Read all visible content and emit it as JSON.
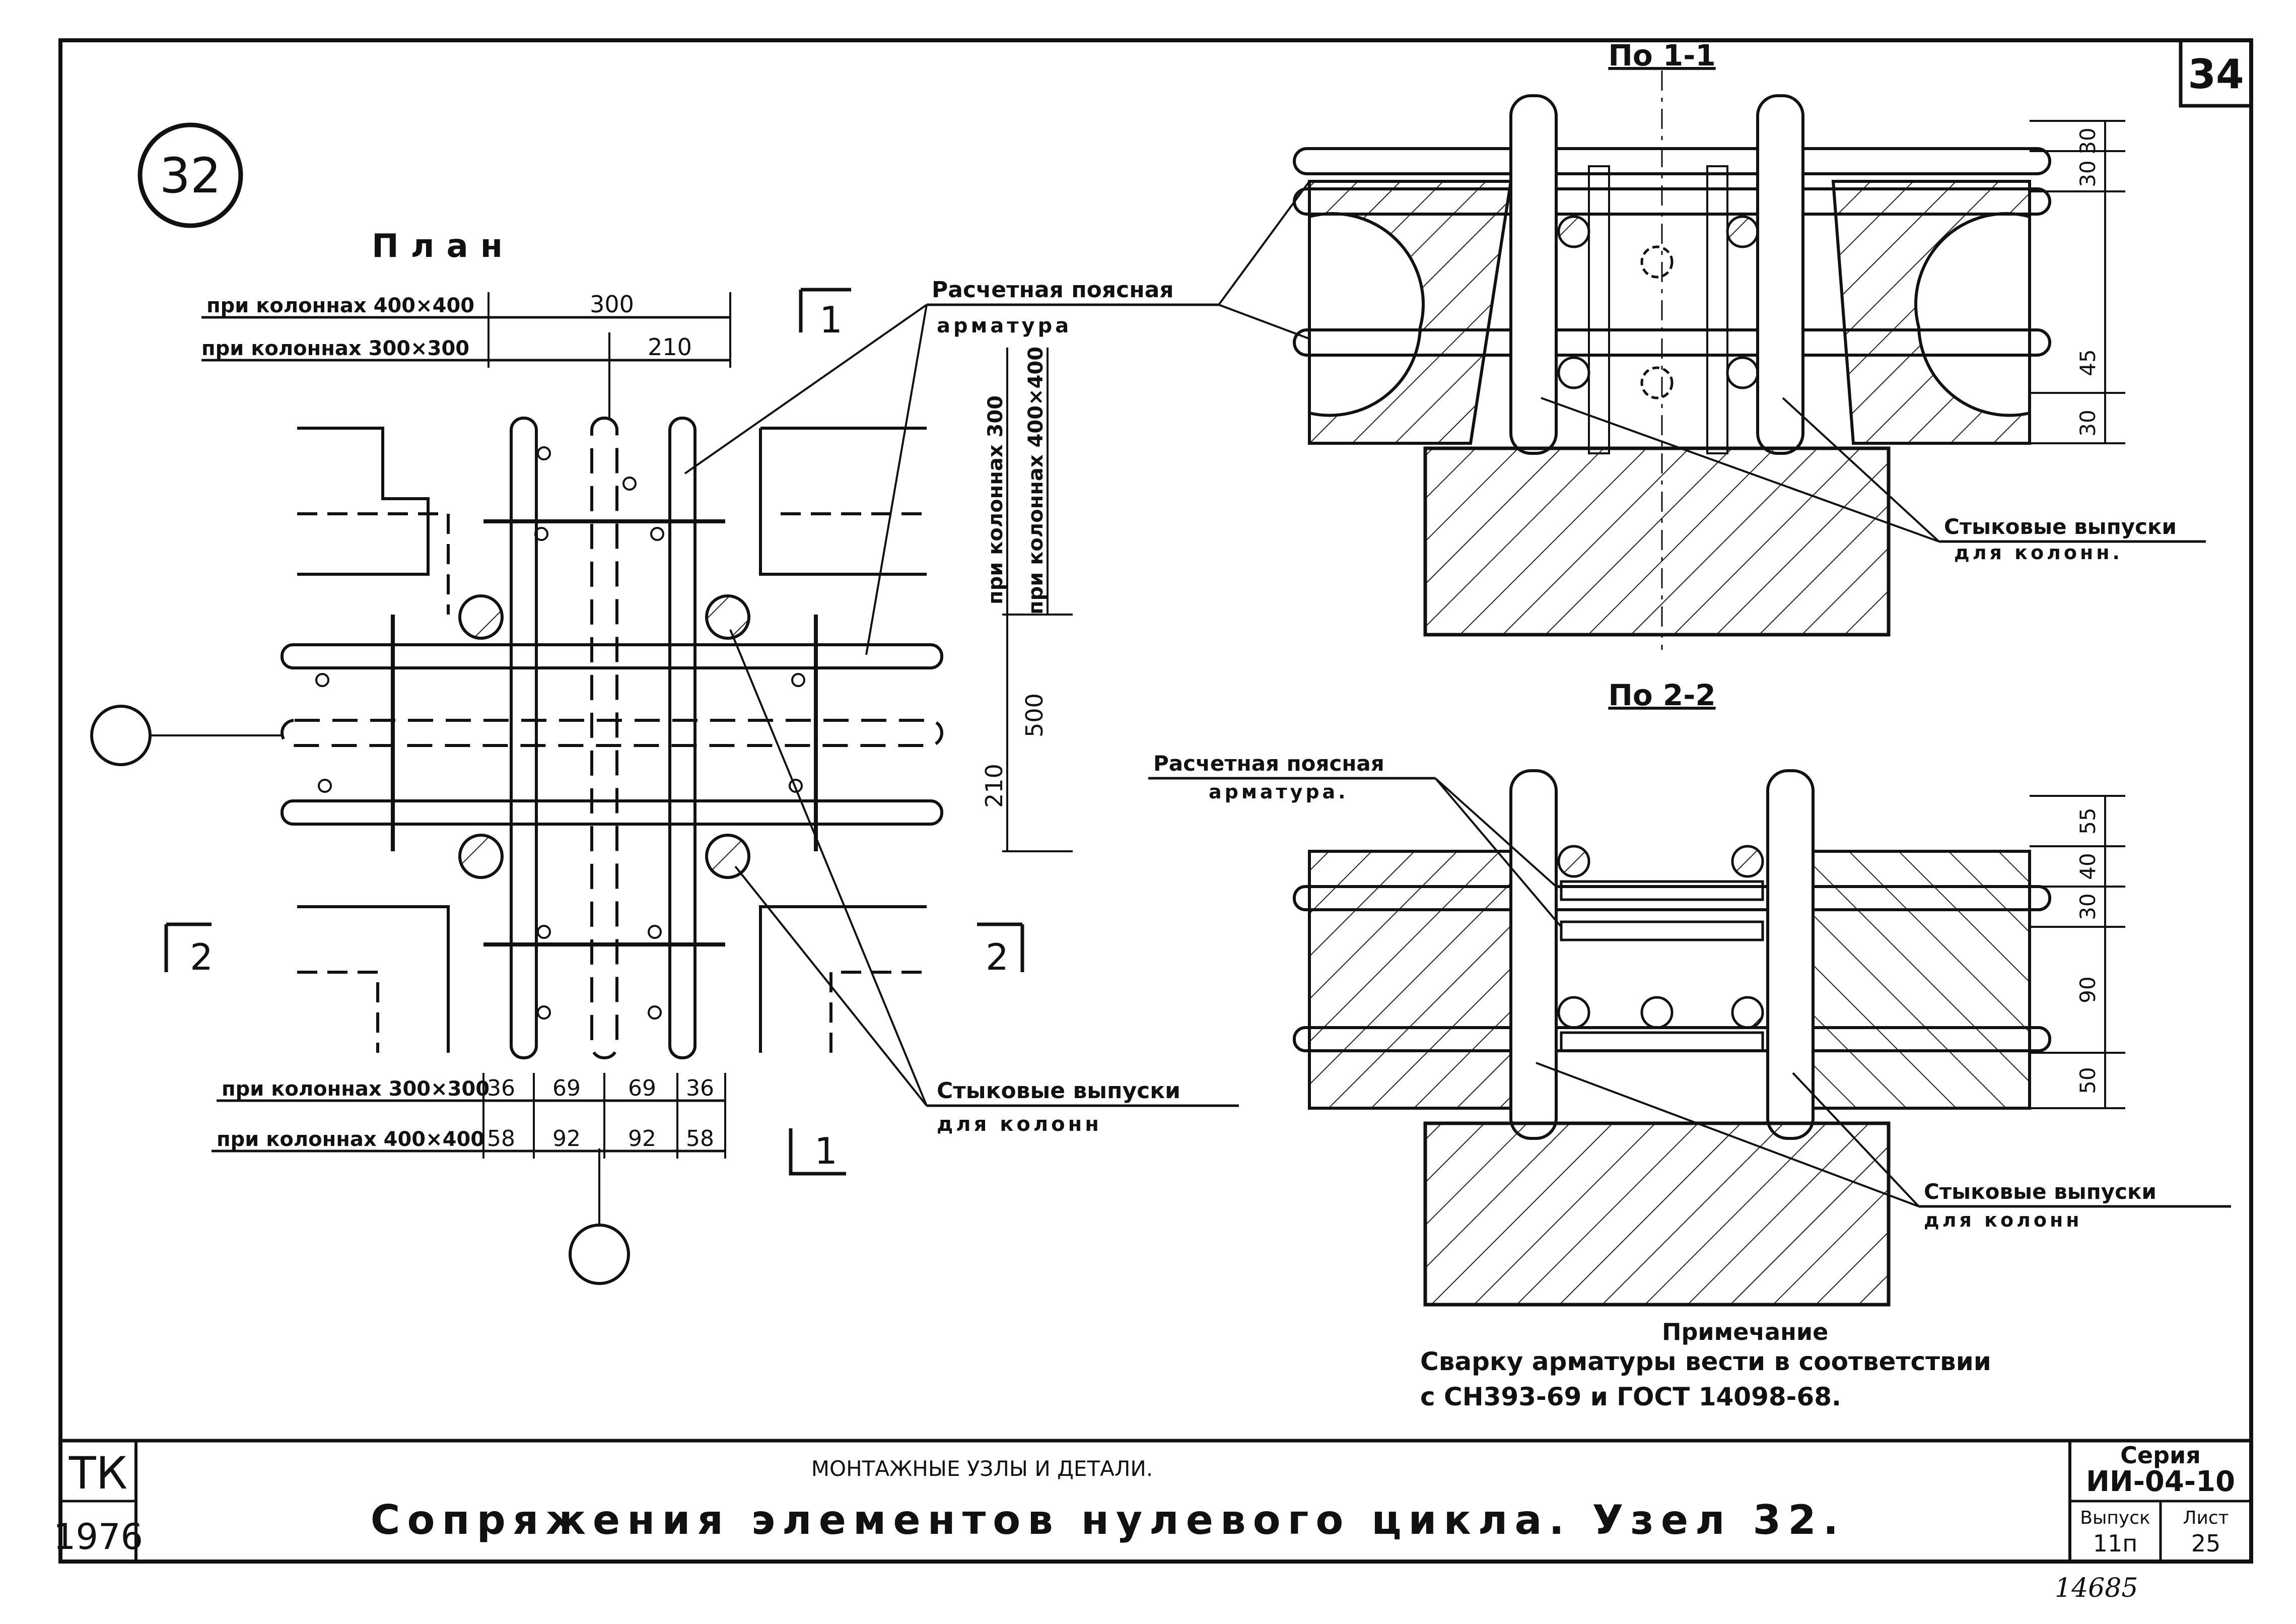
{
  "node_number": "32",
  "sheet_corner_number": "34",
  "plan": {
    "title": "План",
    "dim_top_row1_label": "при колоннах 400×400",
    "dim_top_row1_value": "300",
    "dim_top_row2_label": "при колоннах 300×300",
    "dim_top_row2_value": "210",
    "dim_side_label_300": "при колоннах 300",
    "dim_side_label_400": "при колоннах 400×400",
    "dim_side_value_500": "500",
    "dim_side_value_210": "210",
    "dim_bottom_row1_label": "при колоннах 300×300",
    "dim_bottom_row1_values": [
      "36",
      "69",
      "69",
      "36"
    ],
    "dim_bottom_row2_label": "при колоннах 400×400",
    "dim_bottom_row2_values": [
      "58",
      "92",
      "92",
      "58"
    ],
    "section_mark_1_top": "1",
    "section_mark_1_bottom": "1",
    "section_mark_2_left": "2",
    "section_mark_2_right": "2"
  },
  "section_1": {
    "title": "По 1-1",
    "dims": [
      "30",
      "30",
      "45",
      "30"
    ],
    "callout_joint": "Стыковые выпуски",
    "callout_joint_2": "для колонн."
  },
  "section_2": {
    "title": "По 2-2",
    "dims": [
      "55",
      "40",
      "30",
      "90",
      "50"
    ],
    "callout_belt": "Расчетная поясная",
    "callout_belt_2": "арматура.",
    "callout_joint": "Стыковые выпуски",
    "callout_joint_2": "для колонн"
  },
  "callouts": {
    "belt_reinf_1": "Расчетная поясная",
    "belt_reinf_2": "арматура",
    "joint_out_1": "Стыковые выпуски",
    "joint_out_2": "для колонн"
  },
  "note": {
    "heading": "Примечание",
    "line1": "Сварку арматуры вести в соответствии",
    "line2": "с СН393-69 и ГОСТ 14098-68."
  },
  "title_block": {
    "org": "ТК",
    "year": "1976",
    "subtitle": "МОНТАЖНЫЕ УЗЛЫ И ДЕТАЛИ.",
    "title": "Сопряжения элементов нулевого цикла. Узел 32.",
    "series_label": "Серия",
    "series_value": "ИИ-04-10",
    "issue_label": "Выпуск",
    "issue_value": "11п",
    "sheet_label": "Лист",
    "sheet_value": "25"
  },
  "archive_number": "14685"
}
